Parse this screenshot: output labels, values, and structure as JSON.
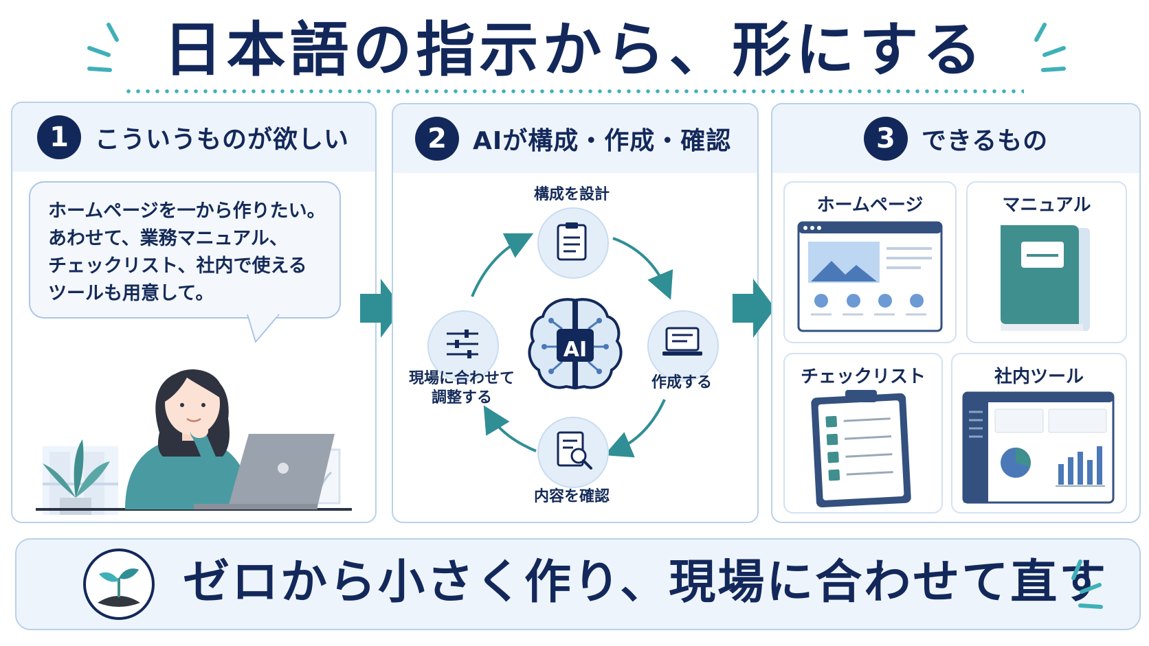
{
  "title": "日本語の指示から、形にする",
  "panels": [
    {
      "num": "1",
      "heading": "こういうものが欲しい"
    },
    {
      "num": "2",
      "heading": "AIが構成・作成・確認"
    },
    {
      "num": "3",
      "heading": "できるもの"
    }
  ],
  "request_bubble": "ホームページを一から作りたい。\nあわせて、業務マニュアル、\nチェックリスト、社内で使える\nツールも用意して。",
  "cycle": {
    "center": "AI",
    "steps": [
      "構成を設計",
      "作成する",
      "内容を確認",
      "現場に合わせて\n調整する"
    ]
  },
  "outputs": [
    "ホームページ",
    "マニュアル",
    "チェックリスト",
    "社内ツール"
  ],
  "footer": "ゼロから小さく作り、現場に合わせて直す",
  "colors": {
    "navy": "#13285a",
    "teal": "#2f8f94",
    "light_blue": "#eef4fb",
    "accent": "#3fb0b8"
  }
}
